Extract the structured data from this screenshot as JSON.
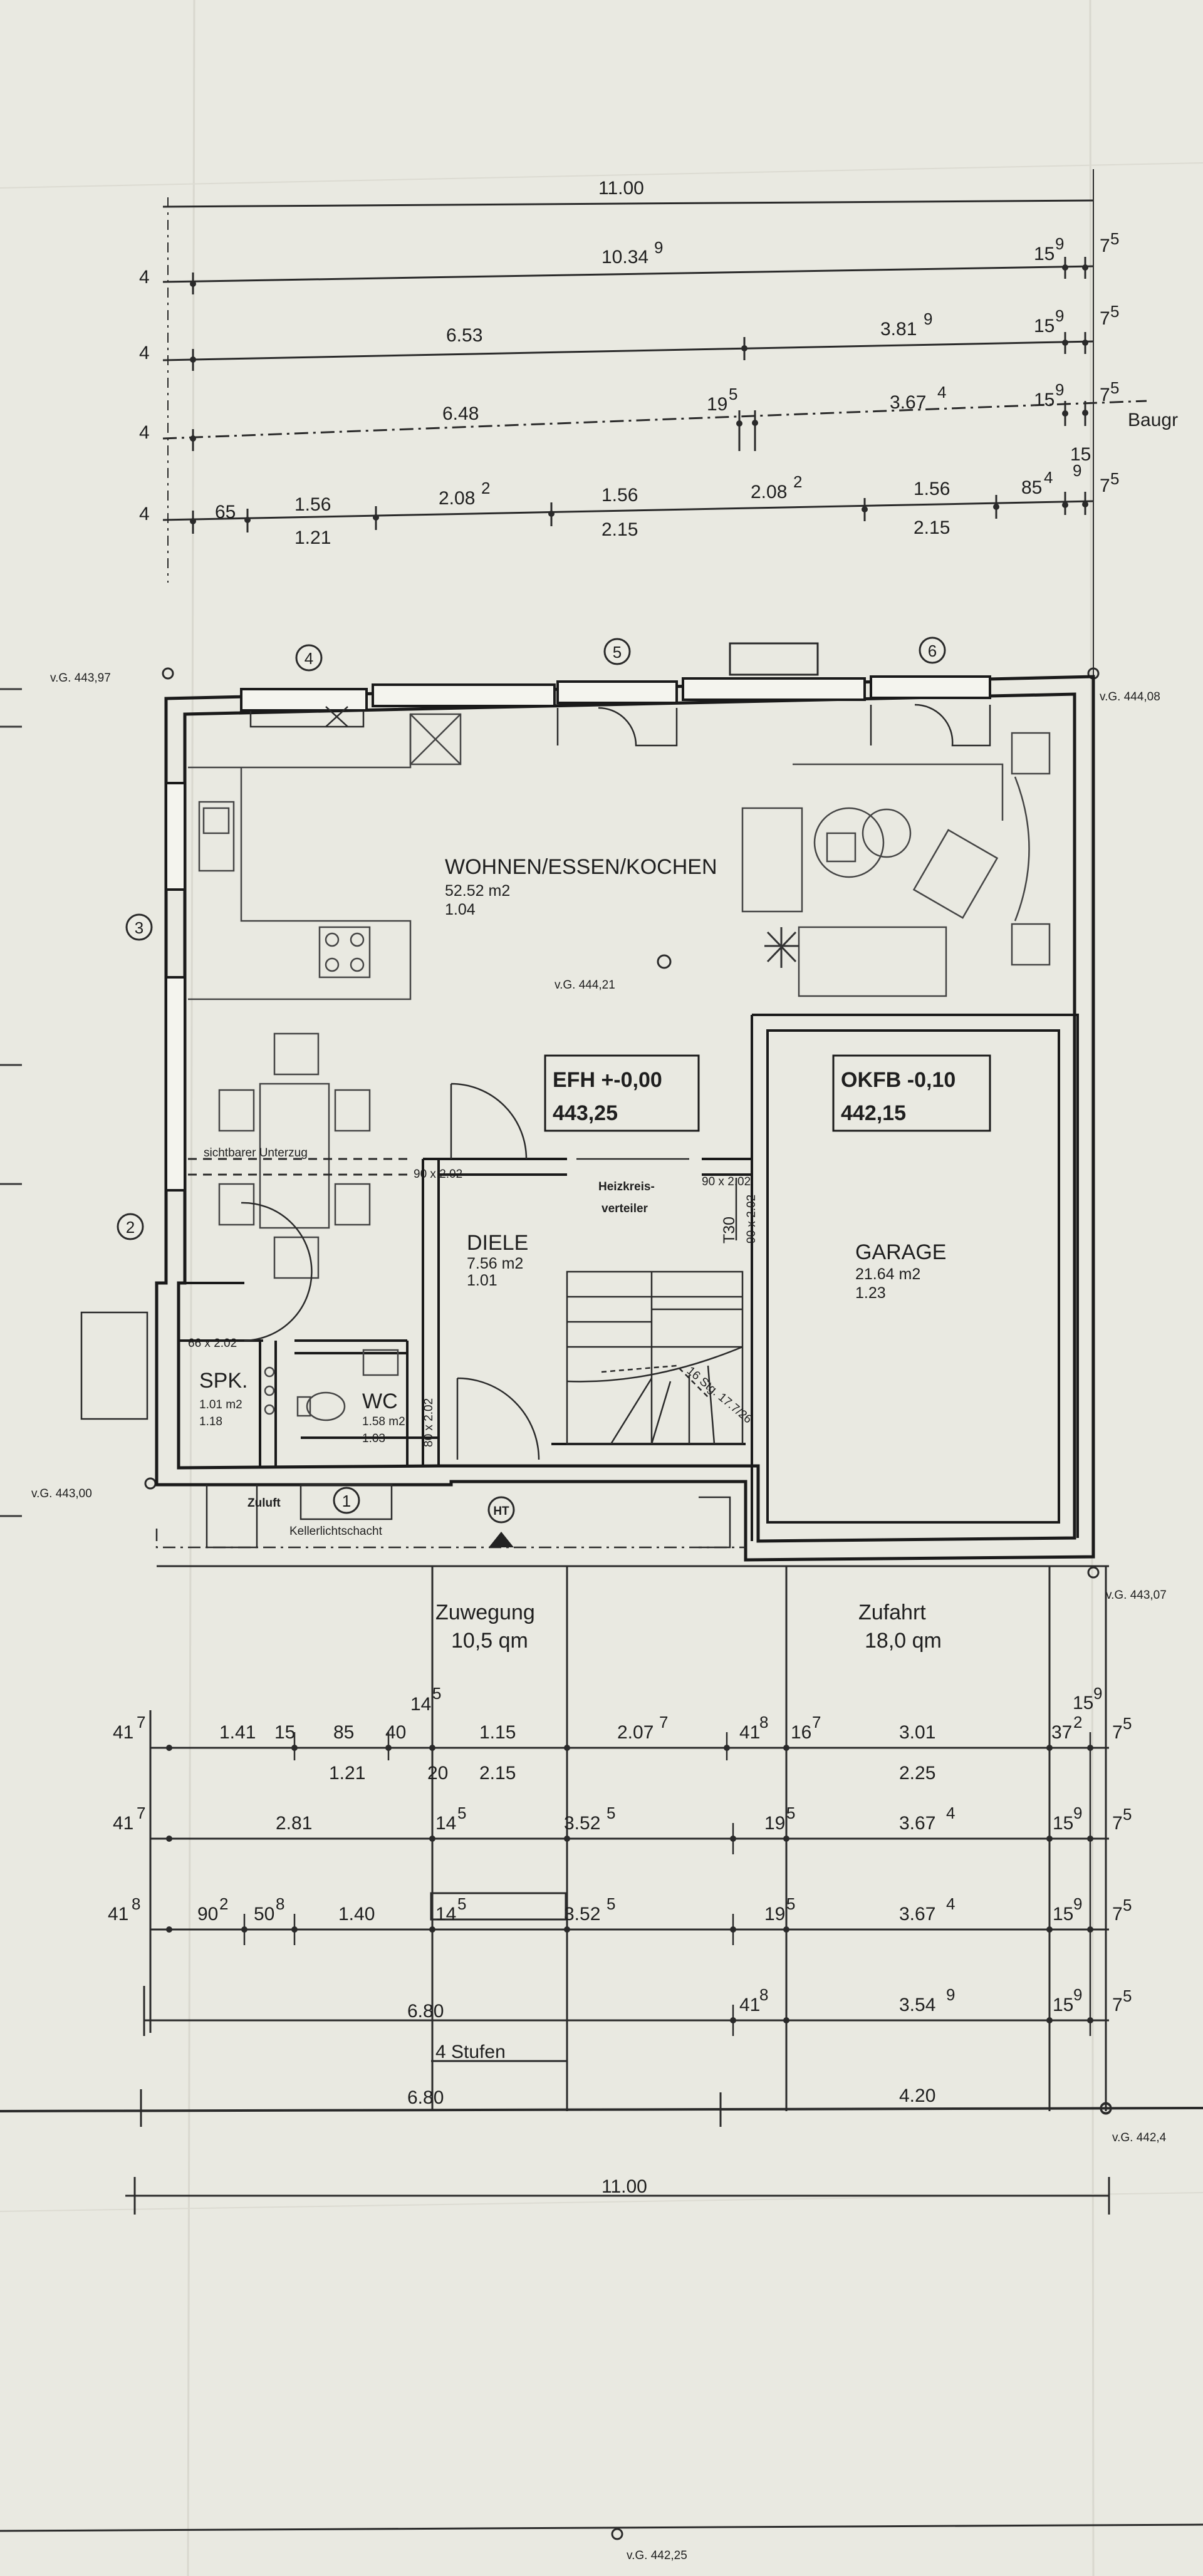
{
  "top_dims": {
    "row1": [
      "11.00"
    ],
    "row2": [
      "4",
      "10.34",
      "9",
      "15",
      "9",
      "7",
      "5"
    ],
    "row3": [
      "4",
      "6.53",
      "3.81",
      "9",
      "15",
      "9",
      "7",
      "5"
    ],
    "row4": [
      "4",
      "6.48",
      "19",
      "5",
      "3.67",
      "4",
      "15",
      "9",
      "7",
      "5",
      "15",
      "9"
    ],
    "row5_top": [
      "4",
      "65",
      "1.56",
      "2.08",
      "2",
      "1.56",
      "2.08",
      "2",
      "1.56",
      "85",
      "4",
      "7",
      "5"
    ],
    "row5_bottom": [
      "1.21",
      "2.15",
      "2.15"
    ],
    "baugrenze": "Baugr"
  },
  "levels": {
    "tl": "v.G. 443,97",
    "tr": "v.G. 444,08",
    "ml": "v.G. 443,00",
    "mr": "v.G. 443,07",
    "br": "v.G. 442,4",
    "bottom": "v.G. 442,25",
    "living": "v.G. 444,21"
  },
  "axes": [
    "4",
    "5",
    "6",
    "3",
    "2",
    "1"
  ],
  "rooms": {
    "living": {
      "name": "WOHNEN/ESSEN/KOCHEN",
      "area": "52.52 m2",
      "factor": "1.04"
    },
    "diele": {
      "name": "DIELE",
      "area": "7.56 m2",
      "factor": "1.01"
    },
    "garage": {
      "name": "GARAGE",
      "area": "21.64 m2",
      "factor": "1.23"
    },
    "spk": {
      "name": "SPK.",
      "area": "1.01 m2",
      "factor": "1.18"
    },
    "wc": {
      "name": "WC",
      "area": "1.58 m2",
      "factor": "1.03"
    }
  },
  "boxes": {
    "efh_label": "EFH +-0,00",
    "efh_value": "443,25",
    "okfb_label": "OKFB -0,10",
    "okfb_value": "442,15"
  },
  "annotations": {
    "unterzug": "sichtbarer Unterzug",
    "heizkreis1": "Heizkreis-",
    "heizkreis2": "verteiler",
    "t30": "T30",
    "door_diele": "90 x 2.02",
    "door_heiz": "90 x 2.02",
    "door_garage": "90 x 2.02",
    "door_spk": "66 x 2.02",
    "door_wc": "80 x 2.02",
    "stairs": "16 Stg. 17.7/26",
    "zuluft": "Zuluft",
    "kellerlicht": "Kellerlichtschacht",
    "ht": "HT"
  },
  "outside": {
    "zuwegung": "Zuwegung",
    "zuwegung_area": "10,5 qm",
    "zufahrt": "Zufahrt",
    "zufahrt_area": "18,0 qm"
  },
  "bottom_dims": {
    "r1_top": [
      "41",
      "7",
      "1.41",
      "15",
      "85",
      "40",
      "14",
      "5",
      "1.15",
      "2.07",
      "7",
      "41",
      "8",
      "16",
      "7",
      "3.01",
      "37",
      "2",
      "7",
      "5",
      "15",
      "9"
    ],
    "r1_bottom": [
      "1.21",
      "20",
      "2.15",
      "2.25"
    ],
    "r2": [
      "41",
      "7",
      "2.81",
      "14",
      "5",
      "3.52",
      "5",
      "19",
      "5",
      "3.67",
      "4",
      "15",
      "9",
      "7",
      "5"
    ],
    "r3": [
      "41",
      "8",
      "90",
      "2",
      "50",
      "8",
      "1.40",
      "14",
      "5",
      "3.52",
      "5",
      "19",
      "5",
      "3.67",
      "4",
      "15",
      "9",
      "7",
      "5"
    ],
    "r4": [
      "6.80",
      "41",
      "8",
      "3.54",
      "9",
      "15",
      "9",
      "7",
      "5"
    ],
    "stufen": "4 Stufen",
    "r5": [
      "6.80",
      "4.20"
    ],
    "r6": [
      "11.00"
    ]
  }
}
